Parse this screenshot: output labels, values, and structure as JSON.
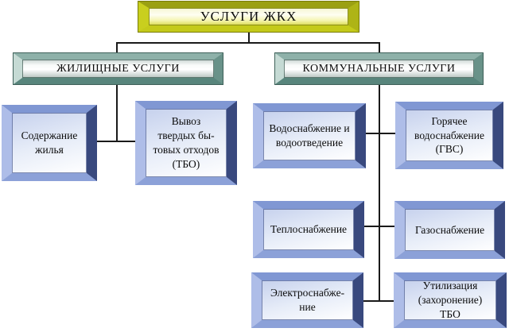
{
  "diagram": {
    "nodes": {
      "root": {
        "label": "УСЛУГИ ЖКХ"
      },
      "housing_branch": {
        "label": "ЖИЛИЩНЫЕ УСЛУГИ"
      },
      "communal_branch": {
        "label": "КОММУНАЛЬНЫЕ УСЛУГИ"
      },
      "housing_leaves": [
        {
          "label": [
            "Содержание",
            "жилья"
          ]
        },
        {
          "label": [
            "Вывоз",
            "твердых бы-",
            "товых отходов",
            "(ТБО)"
          ]
        }
      ],
      "communal_leaves": [
        {
          "label": [
            "Водоснабжение и",
            "водоотведение"
          ]
        },
        {
          "label": [
            "Горячее",
            "водоснабжение",
            "(ГВС)"
          ]
        },
        {
          "label": [
            "Теплоснабжение"
          ]
        },
        {
          "label": [
            "Газоснабжение"
          ]
        },
        {
          "label": [
            "Электроснабже-",
            "ние"
          ]
        },
        {
          "label": [
            "Утилизация",
            "(захоронение)",
            "ТБО"
          ]
        }
      ]
    },
    "colors": {
      "background": "#ffffff",
      "root_frame": "#c4ca1a",
      "branch_frame": "#8eb1a9",
      "leaf_frame_light": "#aebde8",
      "leaf_frame": "#8097d3",
      "leaf_frame_dark": "#39497e",
      "connector": "#1a1a1a",
      "text": "#000000"
    }
  }
}
